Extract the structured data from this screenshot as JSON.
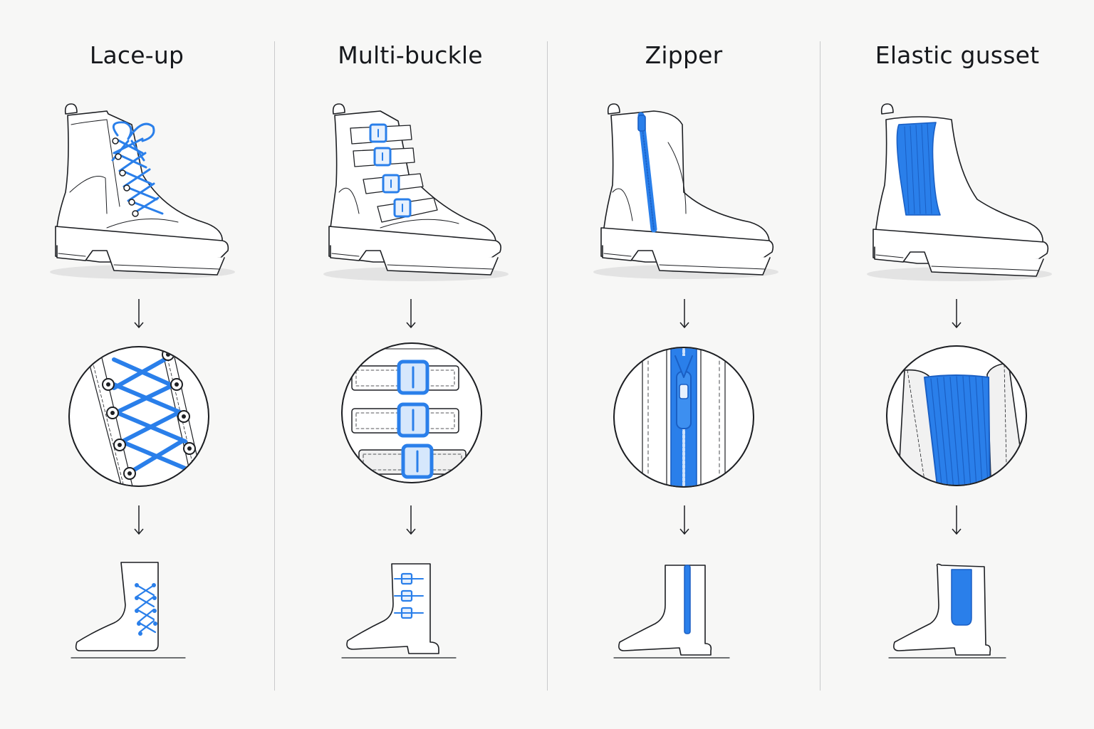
{
  "colors": {
    "accent": "#2a7fea",
    "accent_dark": "#1a5fc4",
    "ink": "#1d1f23",
    "divider": "#c9cacb",
    "background": "#f7f7f6"
  },
  "columns": [
    {
      "id": "lace-up",
      "title": "Lace-up"
    },
    {
      "id": "multi-buckle",
      "title": "Multi-buckle"
    },
    {
      "id": "zipper",
      "title": "Zipper"
    },
    {
      "id": "elastic-gusset",
      "title": "Elastic gusset"
    }
  ],
  "icons": [
    "down-arrow-icon"
  ]
}
